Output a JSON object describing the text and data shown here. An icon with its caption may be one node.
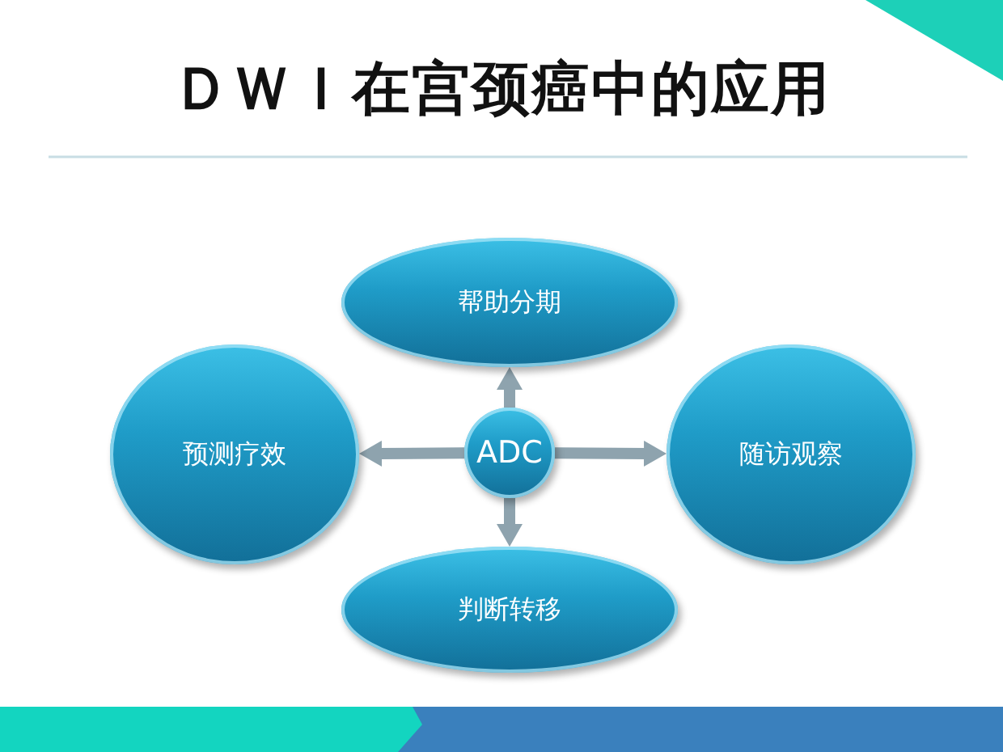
{
  "diagram": {
    "title": "ＤＷＩ在宫颈癌中的应用",
    "nodes": [
      {
        "text": [
          "帮助分期"
        ]
      },
      {
        "text": [
          "预测疗效"
        ]
      },
      {
        "text": [
          "ADC"
        ]
      },
      {
        "text": [
          "随访观察"
        ]
      },
      {
        "text": [
          "判断转移"
        ]
      }
    ],
    "edges": [
      {
        "from": 2,
        "to": 0,
        "arrow": "to"
      },
      {
        "from": 2,
        "to": 1,
        "arrow": "to"
      },
      {
        "from": 2,
        "to": 3,
        "arrow": "to"
      },
      {
        "from": 2,
        "to": 4,
        "arrow": "to"
      }
    ]
  }
}
